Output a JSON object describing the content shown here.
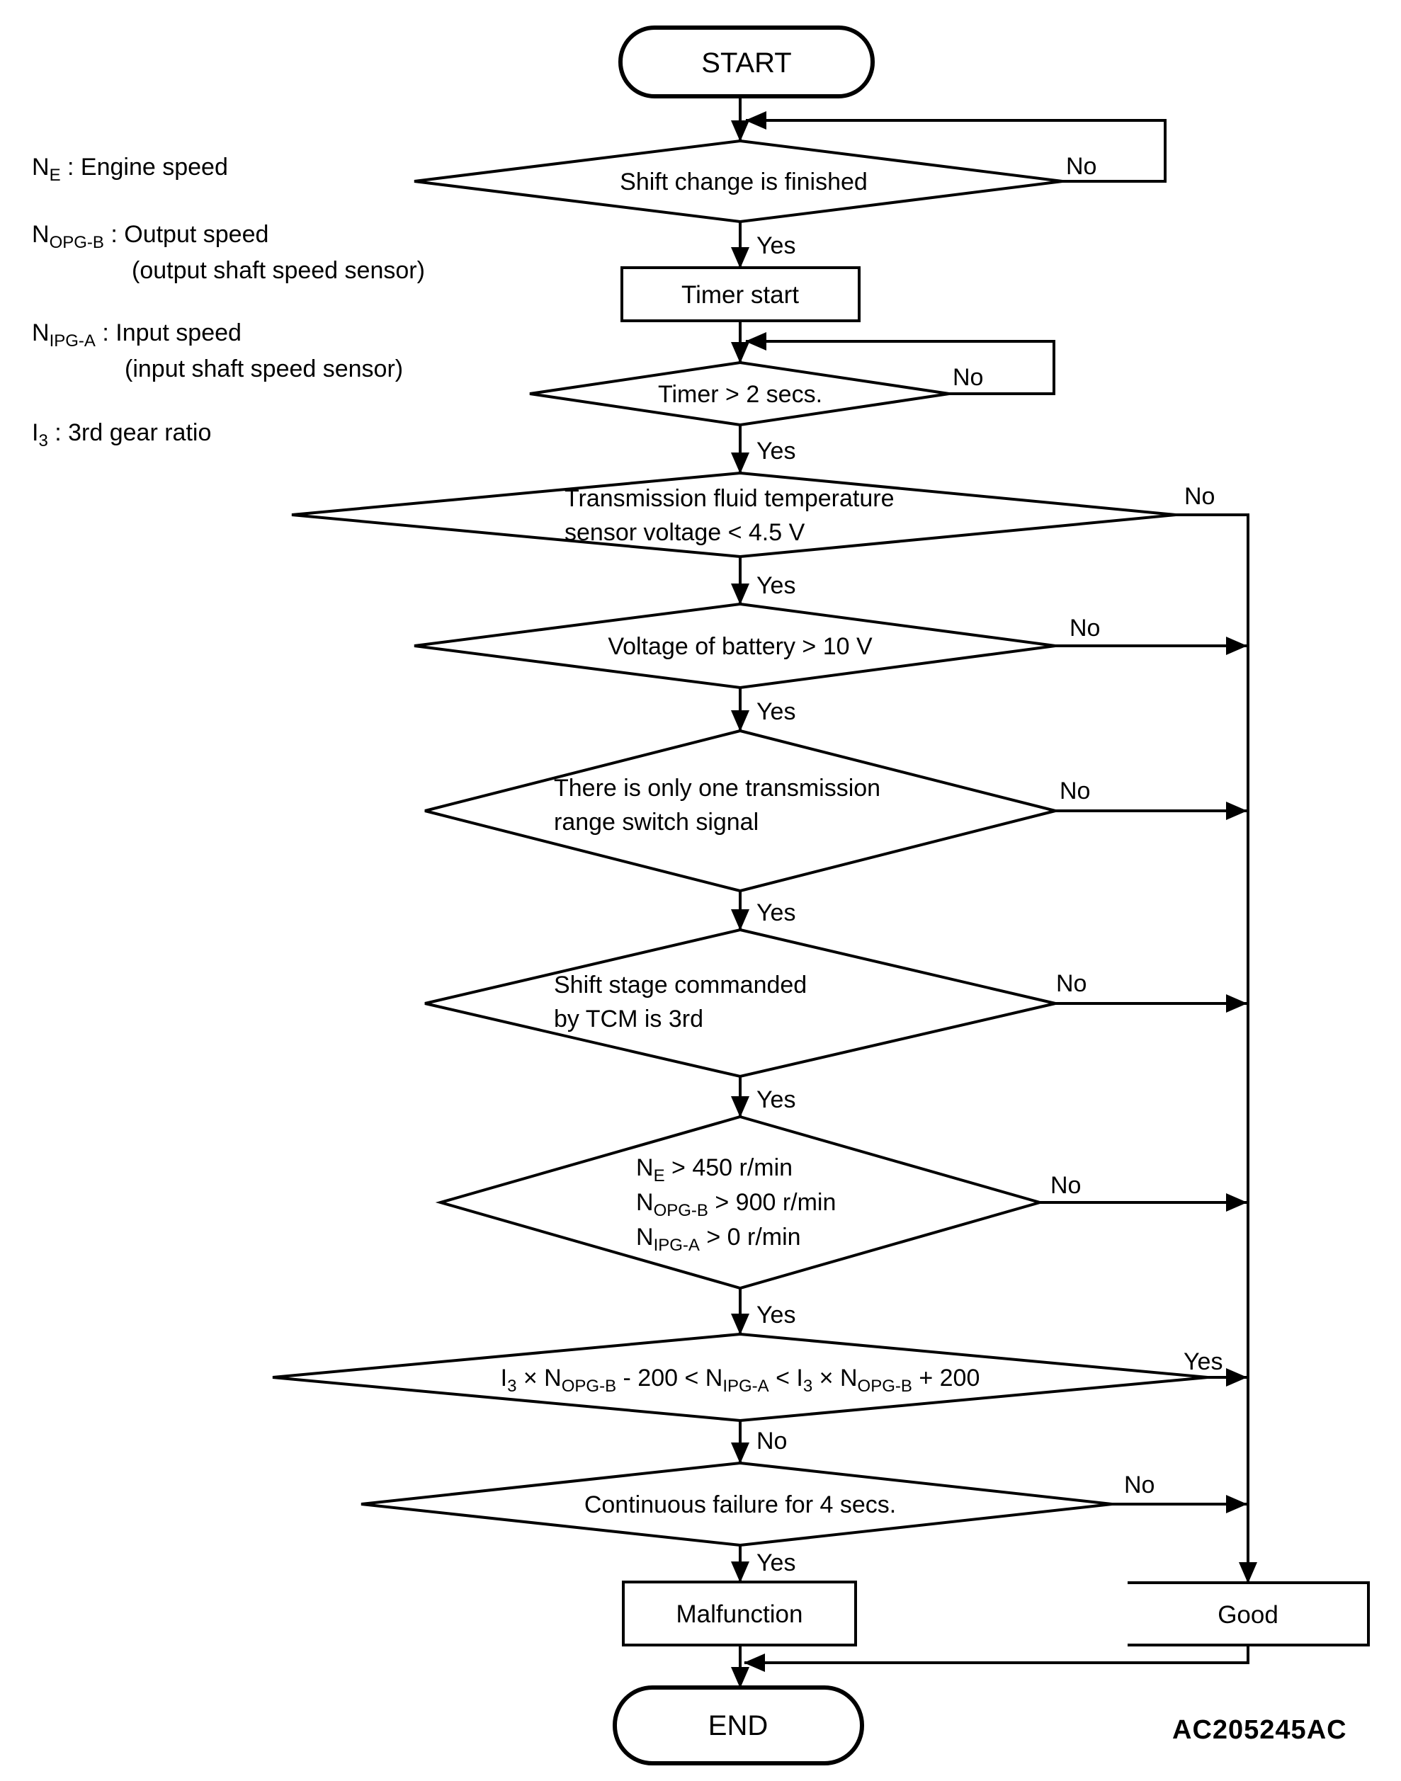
{
  "page": {
    "background": "#ffffff",
    "line_color": "#000000",
    "text_color": "#000000"
  },
  "figure_code": "AC205245AC",
  "labels": {
    "yes": "Yes",
    "no": "No"
  },
  "legend": {
    "items": [
      {
        "segments": [
          {
            "t": "N"
          },
          {
            "t": "E",
            "sub": true
          },
          {
            "t": " : Engine speed"
          }
        ]
      },
      {
        "segments": [
          {
            "t": "N"
          },
          {
            "t": "OPG-B",
            "sub": true
          },
          {
            "t": " : Output speed"
          }
        ]
      },
      {
        "segments": [
          {
            "t": "(output shaft speed sensor)"
          }
        ]
      },
      {
        "segments": [
          {
            "t": "N"
          },
          {
            "t": "IPG-A",
            "sub": true
          },
          {
            "t": " : Input speed"
          }
        ]
      },
      {
        "segments": [
          {
            "t": "(input shaft speed sensor)"
          }
        ]
      },
      {
        "segments": [
          {
            "t": "I"
          },
          {
            "t": "3",
            "sub": true
          },
          {
            "t": " : 3rd gear ratio"
          }
        ]
      }
    ]
  },
  "nodes": {
    "start": {
      "label": "START"
    },
    "timer": {
      "label": "Timer start"
    },
    "malfunction": {
      "label": "Malfunction"
    },
    "good": {
      "label": "Good"
    },
    "end": {
      "label": "END"
    }
  },
  "decisions": {
    "shift_change": {
      "lines": [
        [
          {
            "t": "Shift change is finished"
          }
        ]
      ]
    },
    "timer_elapsed": {
      "lines": [
        [
          {
            "t": "Timer > 2 secs."
          }
        ]
      ]
    },
    "fluid_temp": {
      "lines": [
        [
          {
            "t": "Transmission fluid temperature"
          }
        ],
        [
          {
            "t": "sensor voltage < 4.5 V"
          }
        ]
      ]
    },
    "battery": {
      "lines": [
        [
          {
            "t": "Voltage of battery > 10 V"
          }
        ]
      ]
    },
    "range_switch": {
      "lines": [
        [
          {
            "t": "There is only one transmission"
          }
        ],
        [
          {
            "t": "range switch signal"
          }
        ]
      ]
    },
    "shift_stage": {
      "lines": [
        [
          {
            "t": "Shift stage commanded"
          }
        ],
        [
          {
            "t": "by TCM is 3rd"
          }
        ]
      ]
    },
    "speeds": {
      "lines": [
        [
          {
            "t": "N"
          },
          {
            "t": "E",
            "sub": true
          },
          {
            "t": " > 450 r/min"
          }
        ],
        [
          {
            "t": "N"
          },
          {
            "t": "OPG-B",
            "sub": true
          },
          {
            "t": " > 900 r/min"
          }
        ],
        [
          {
            "t": "N"
          },
          {
            "t": "IPG-A",
            "sub": true
          },
          {
            "t": " > 0 r/min"
          }
        ]
      ]
    },
    "ratio_check": {
      "lines": [
        [
          {
            "t": "I"
          },
          {
            "t": "3",
            "sub": true
          },
          {
            "t": " × N"
          },
          {
            "t": "OPG-B",
            "sub": true
          },
          {
            "t": " - 200 < N"
          },
          {
            "t": "IPG-A",
            "sub": true
          },
          {
            "t": " < I"
          },
          {
            "t": "3",
            "sub": true
          },
          {
            "t": " × N"
          },
          {
            "t": "OPG-B",
            "sub": true
          },
          {
            "t": " + 200"
          }
        ]
      ]
    },
    "continuous_failure": {
      "lines": [
        [
          {
            "t": "Continuous failure for 4 secs."
          }
        ]
      ]
    }
  }
}
